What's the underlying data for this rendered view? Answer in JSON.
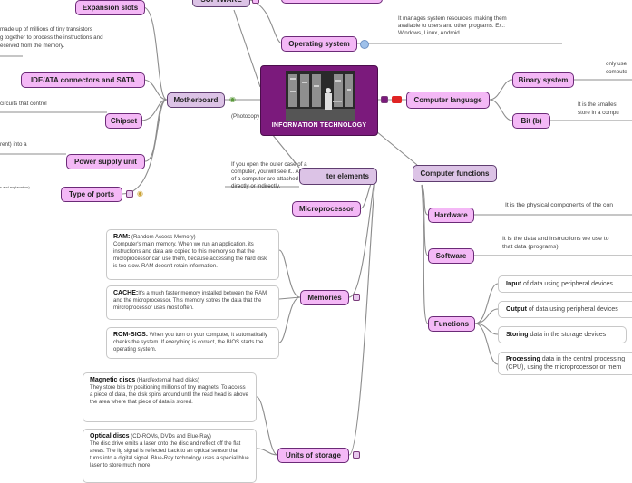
{
  "center": {
    "label": "INFORMATION TECHNOLOGY",
    "photo_caption": "(Photocopy"
  },
  "nodes": {
    "software_top": "SOFTWARE",
    "operating_system": "Operating system",
    "motherboard": "Motherboard",
    "expansion_slots": "Expansion slots",
    "ide_ata": "IDE/ATA connectors and SATA",
    "chipset": "Chipset",
    "power_supply": "Power supply unit",
    "type_of_ports": "Type of ports",
    "computer_elements": "ter elements",
    "microprocessor": "Microprocessor",
    "memories": "Memories",
    "units_of_storage": "Units of storage",
    "computer_language": "Computer language",
    "binary_system": "Binary system",
    "bit": "Bit (b)",
    "computer_functions": "Computer functions",
    "hardware": "Hardware",
    "software": "Software",
    "functions": "Functions"
  },
  "notes": {
    "os_desc_1": "It manages system resources, making them",
    "os_desc_2": "available to users and other programs. Ex.:",
    "os_desc_3": "Windows, Linux, Android.",
    "mb_desc_1": "made up of millions of tiny transistors",
    "mb_desc_2": "g together to process the instructions and",
    "mb_desc_3": "eceived from the memory.",
    "chipset_desc": "circuits that control",
    "psu_desc": "rent) into a",
    "ports_desc": "s and explanation)",
    "elements_desc": "If you open the outer case of a computer, you will see it.. All the parts of a computer are attached there directly or indirectly.",
    "binary_desc_1": "only use",
    "binary_desc_2": "compute",
    "bit_desc_1": "It is the smallest",
    "bit_desc_2": "store in a compu",
    "hardware_desc": "It is the physical components of the con",
    "software_desc_1": "It is the data and instructions we use to",
    "software_desc_2": "that data (programs)"
  },
  "memories": [
    {
      "title": "RAM:",
      "subtitle": "(Random Access Memory)",
      "text": "Computer's main memory. When we run an application, its instructions and data are copied to this memory so that the microprocessor can use them, because accessing the hard disk is too slow. RAM doesn't retain information."
    },
    {
      "title": "CACHE:",
      "subtitle": "",
      "text": "It's a much faster memory installed between the RAM and the microprocessor. This memory sotres the data that the mircroprocessor uses most often."
    },
    {
      "title": "ROM-BIOS:",
      "subtitle": "",
      "text": "When you turn on your computer, it automatically checks the system. If everything is correct, the BIOS starts the operating system."
    }
  ],
  "storage": [
    {
      "title": "Magnetic discs",
      "subtitle": "(Hard/external hard disks)",
      "text": "They store bits by positioning millions of tiny magnets. To access a piece of data, the disk spins around until the read head is above the area where that piece of data is stored."
    },
    {
      "title": "Optical discs",
      "subtitle": "(CD-ROMs, DVDs and Blue-Ray)",
      "text": "The disc drive emits a laser onto the disc and reflect off the flat areas. The lig signal is reflected back to an optical sensor that turns into a digital signal. Blue-Ray technology uses a special blue laser to store much more"
    }
  ],
  "functions": [
    {
      "bold": "Input",
      "rest": " of data using peripheral devices"
    },
    {
      "bold": "Output",
      "rest": " of data using peripheral devices"
    },
    {
      "bold": "Storing",
      "rest": " data in the storage devices"
    },
    {
      "bold": "Processing",
      "rest": " data in the central processing",
      "line2": "(CPU), using the microprocessor or mem"
    }
  ],
  "colors": {
    "node_fill": "#f4b8f6",
    "node_border": "#6b2a77",
    "center_fill": "#7b1a7c",
    "line": "#8a8a8a"
  },
  "icons": [
    "list-icon",
    "youtube-icon",
    "link-icon"
  ]
}
